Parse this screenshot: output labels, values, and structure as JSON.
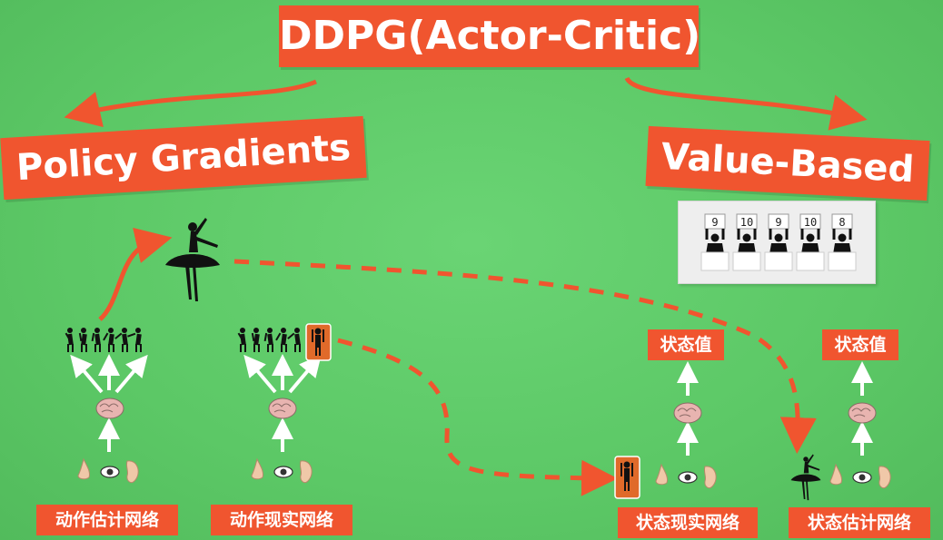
{
  "title": "DDPG(Actor-Critic)",
  "left_heading": "Policy Gradients",
  "right_heading": "Value-Based",
  "judge_scores": [
    "9",
    "10",
    "9",
    "10",
    "8"
  ],
  "networks": {
    "action_estimate": "动作估计网络",
    "action_target": "动作现实网络",
    "state_target": "状态现实网络",
    "state_estimate": "状态估计网络"
  },
  "state_value_label": "状态值",
  "colors": {
    "background": "#5fcd6a",
    "accent": "#f0552f",
    "highlight": "#e06a2a",
    "arrow_white": "#ffffff"
  },
  "icons": [
    "ballerina-icon",
    "nose-icon",
    "eye-icon",
    "ear-icon",
    "brain-icon",
    "judge-icon",
    "pose-icons"
  ]
}
